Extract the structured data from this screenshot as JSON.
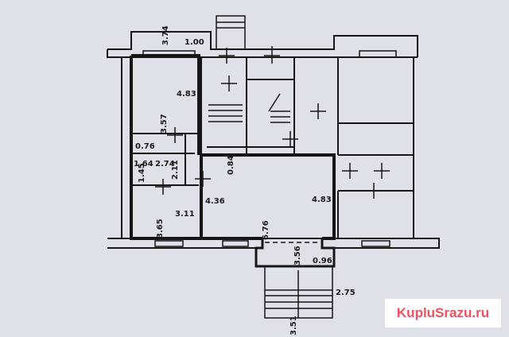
{
  "plan": {
    "dimensions": {
      "balcony_width": "3.74",
      "balcony_depth": "1.00",
      "room1_length": "4.83",
      "room1_width": "3.57",
      "closet": "0.76",
      "bath_width": "1.64",
      "bath_length": "2.74",
      "bath_depth": "1.45",
      "toilet": "2.11",
      "door": "0.84",
      "hall_length": "4.36",
      "main_room_length": "4.83",
      "room2_length": "3.11",
      "room2_width": "3.65",
      "main_room_width": "6.76",
      "vestibule_depth": "3.56",
      "vestibule_width": "0.96",
      "porch_width": "2.75",
      "porch_depth": "3.51"
    }
  },
  "watermark": {
    "text": "KupluSrazu.ru",
    "color": "#f05060"
  }
}
